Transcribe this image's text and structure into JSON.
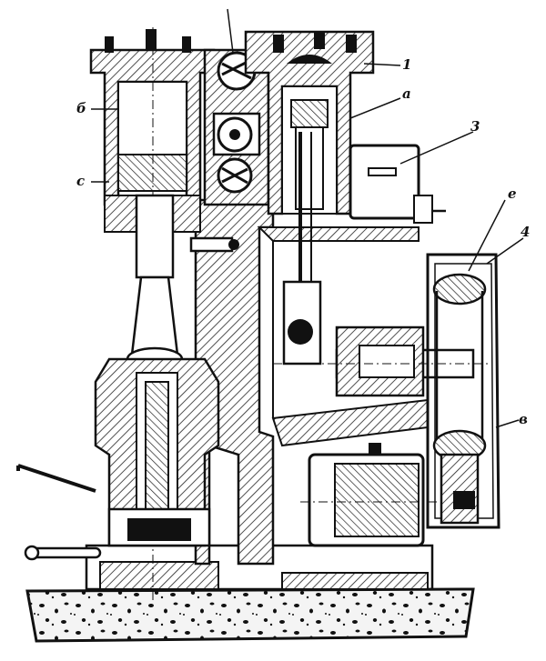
{
  "figure": {
    "labels": [
      {
        "id": "1",
        "text": "1"
      },
      {
        "id": "a",
        "text": "a"
      },
      {
        "id": "b",
        "text": "б"
      },
      {
        "id": "c",
        "text": "с"
      },
      {
        "id": "3",
        "text": "3"
      },
      {
        "id": "e",
        "text": "е"
      },
      {
        "id": "4",
        "text": "4"
      },
      {
        "id": "g",
        "text": "в"
      }
    ],
    "colors": {
      "ink": "#1a1a1a",
      "paper": "#ffffff",
      "hatch": "#2a2a2a"
    }
  }
}
